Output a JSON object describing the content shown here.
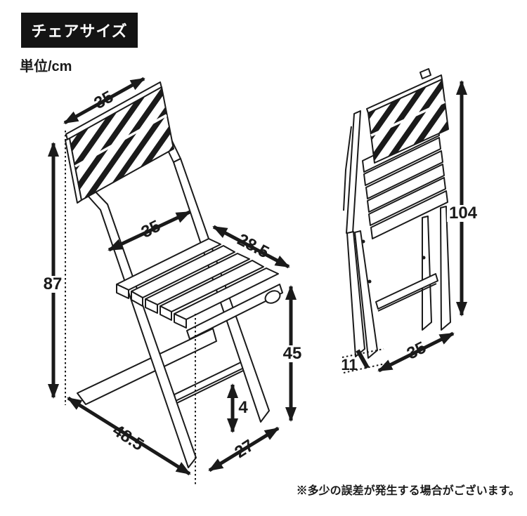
{
  "title": "チェアサイズ",
  "unit_label": "単位/cm",
  "note": "※多少の誤差が発生する場合がございます。",
  "dimensions": {
    "open": {
      "backrest_width": "35",
      "total_height": "87",
      "seat_width": "35",
      "seat_depth": "28.5",
      "seat_height": "45",
      "crossbar_width": "4",
      "base_depth": "48.5",
      "front_leg_span": "27"
    },
    "folded": {
      "height": "104",
      "base_width": "35",
      "base_depth": "11"
    }
  },
  "colors": {
    "line": "#1a1a1a",
    "badge_bg": "#141414",
    "badge_text": "#ffffff"
  }
}
